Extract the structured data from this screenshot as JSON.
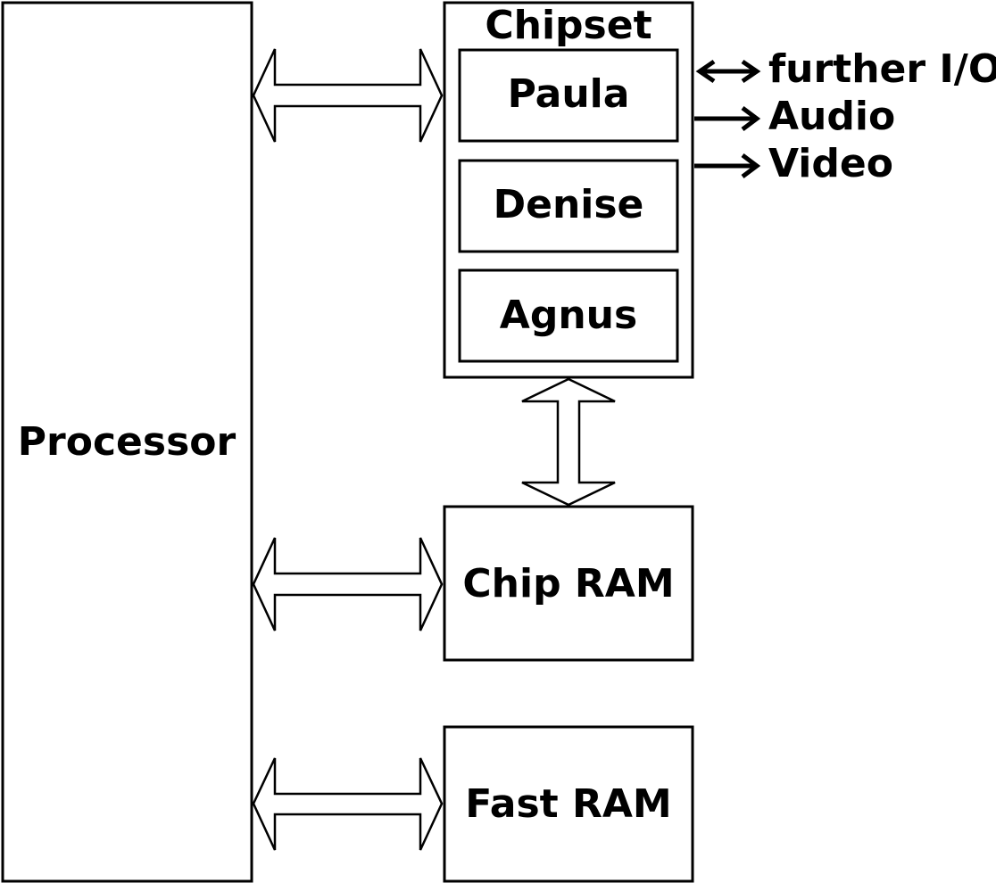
{
  "blocks": {
    "processor": "Processor",
    "chipset": "Chipset",
    "paula": "Paula",
    "denise": "Denise",
    "agnus": "Agnus",
    "chip_ram": "Chip RAM",
    "fast_ram": "Fast RAM"
  },
  "signals": {
    "further_io": "further I/O",
    "audio": "Audio",
    "video": "Video"
  },
  "colors": {
    "stroke": "#000000",
    "fill": "#ffffff"
  }
}
